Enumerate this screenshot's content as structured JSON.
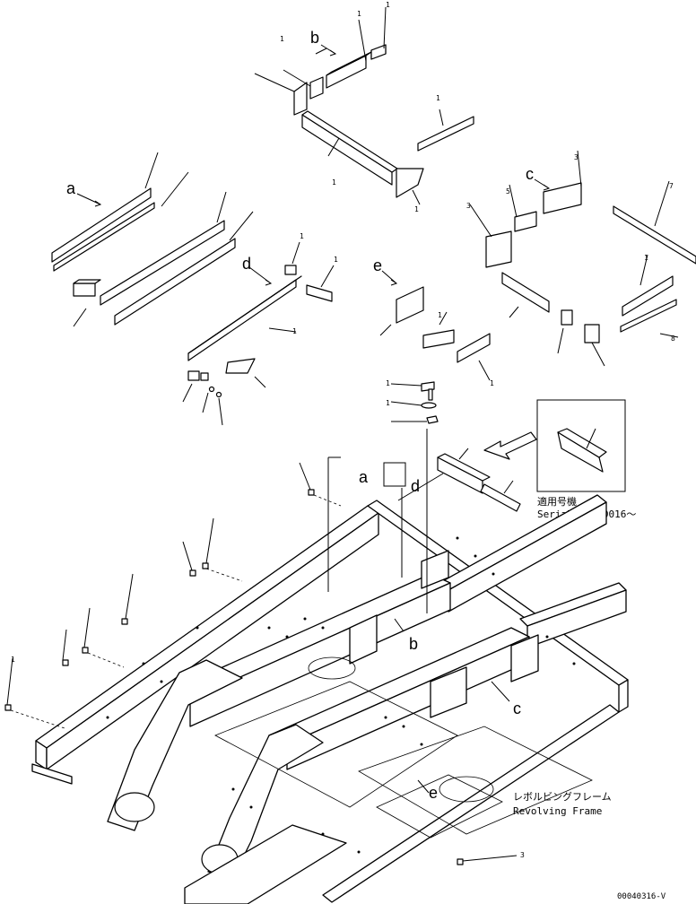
{
  "callouts": {
    "a_top": "a",
    "b_top": "b",
    "c_top": "c",
    "d_top": "d",
    "e_top": "e",
    "a_frame": "a",
    "d_frame": "d",
    "b_frame": "b",
    "c_frame": "c",
    "e_frame": "e"
  },
  "inset": {
    "serial_jp": "適用号機",
    "serial_en": "Serial No.30016～"
  },
  "frame_label": {
    "jp": "レボルビングフレーム",
    "en": "Revolving Frame"
  },
  "drawing_code": "00040316-V",
  "part_refs": [
    "1",
    "1",
    "1",
    "1",
    "1",
    "1",
    "3",
    "5",
    "3",
    "7",
    "1",
    "8",
    "1",
    "1",
    "1",
    "1",
    "1",
    "1",
    "1",
    "1",
    "3"
  ]
}
